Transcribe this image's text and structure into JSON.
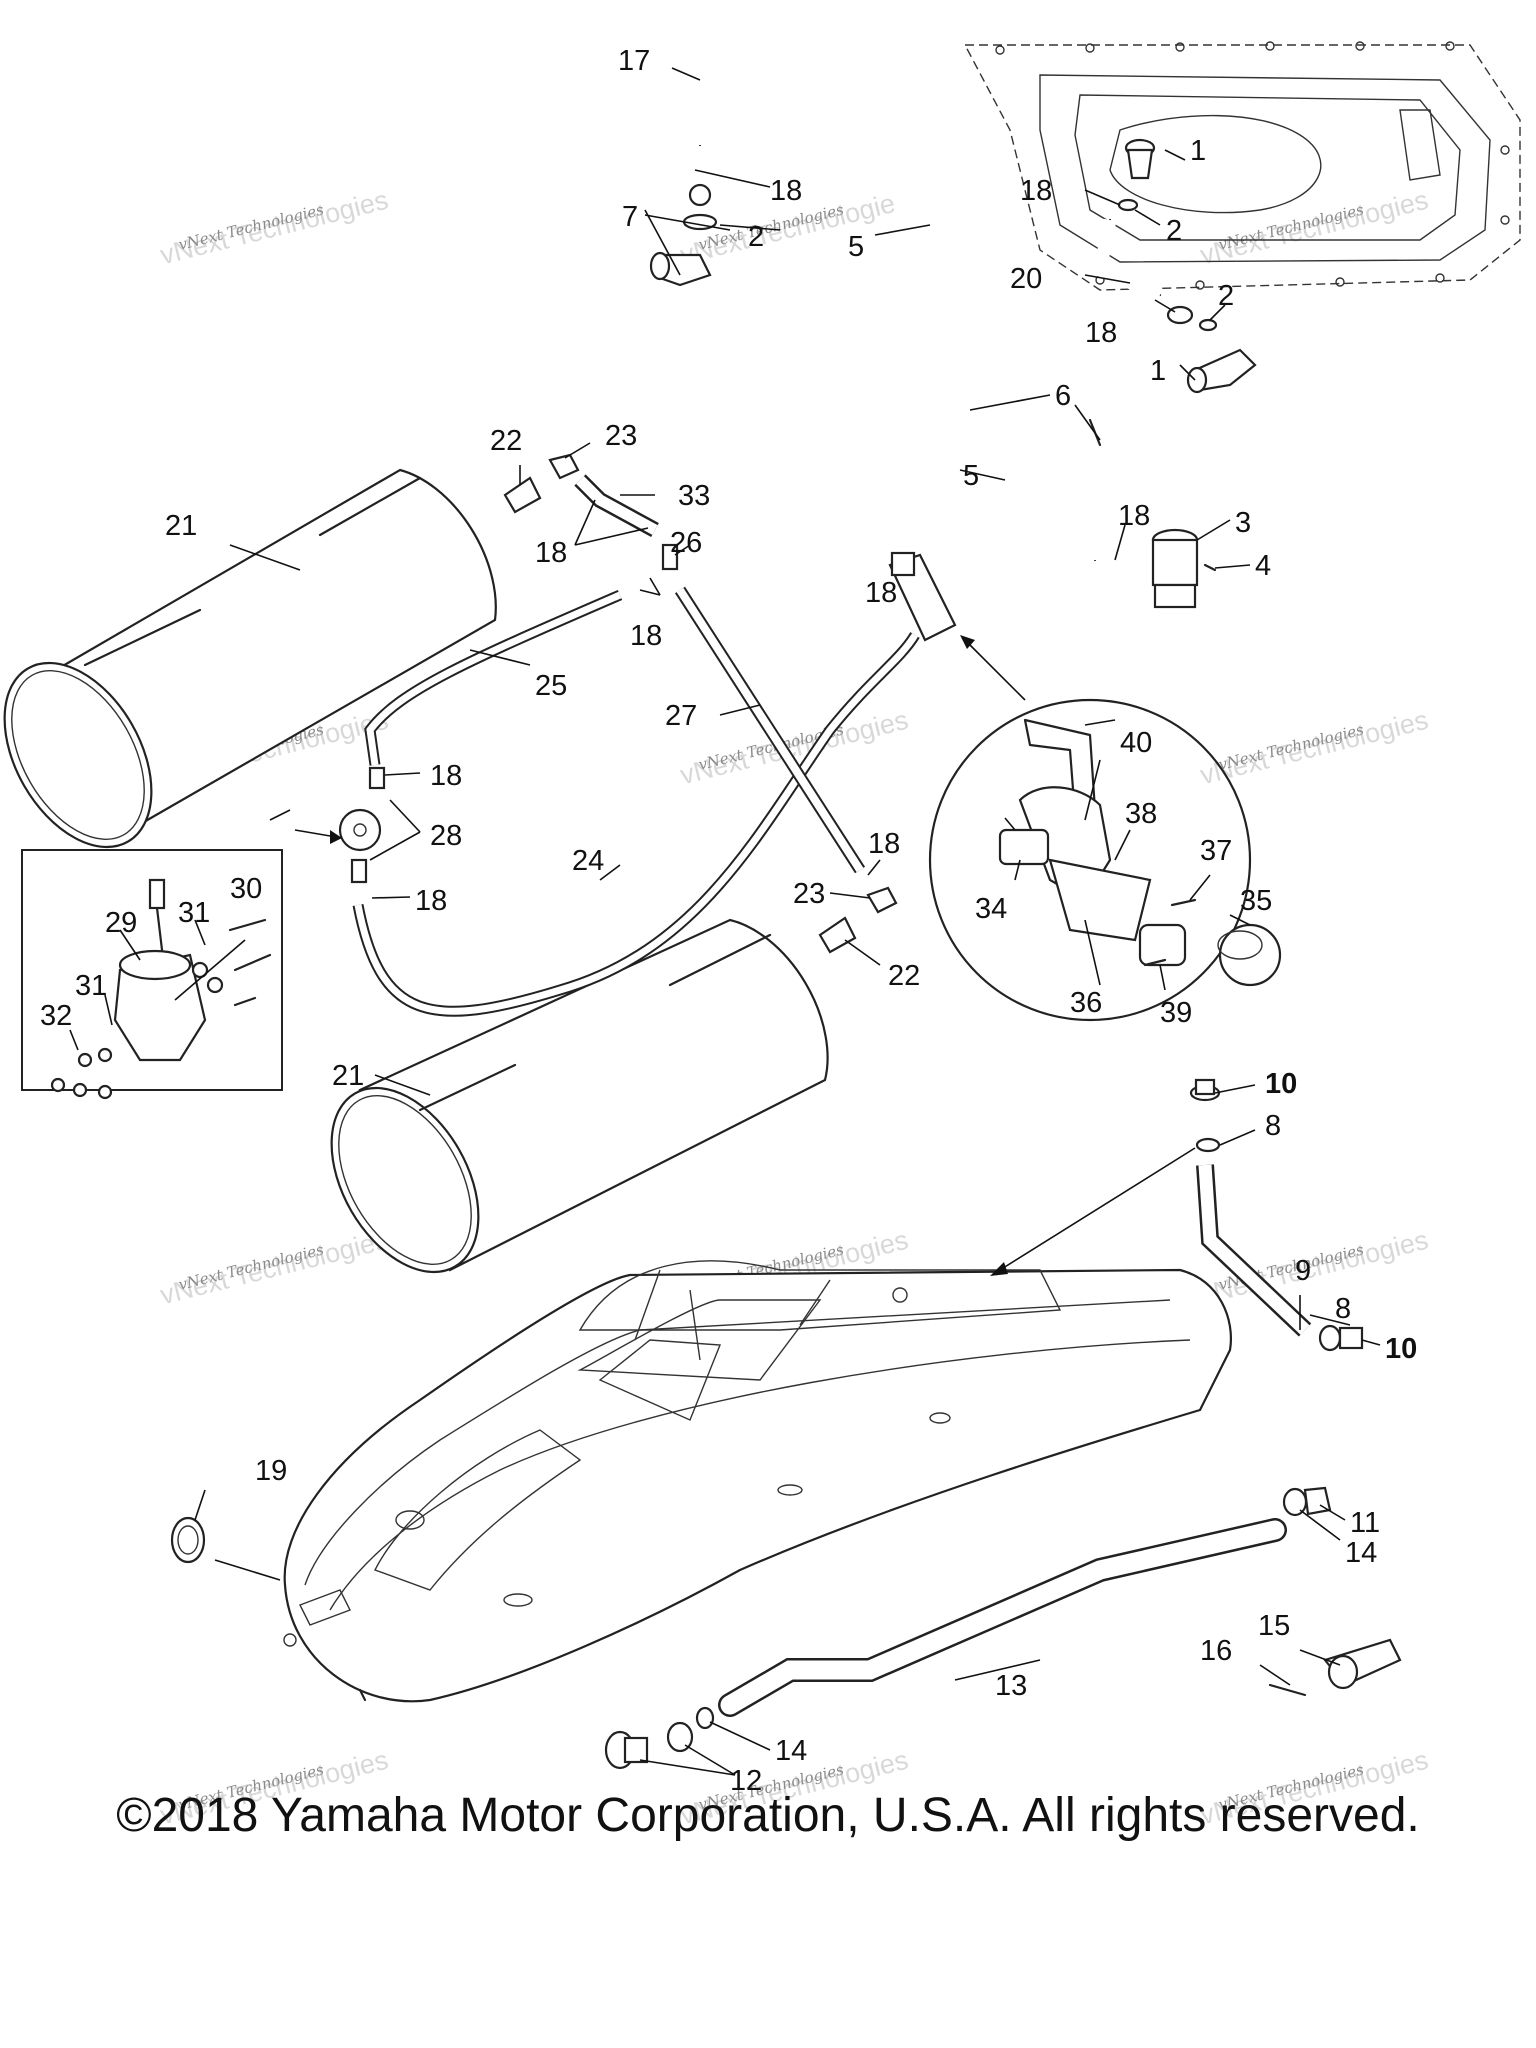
{
  "copyright": "©2018 Yamaha Motor Corporation, U.S.A. All rights reserved.",
  "watermark": {
    "line1": "vNext Technologies",
    "line2": "vNext Technologies"
  },
  "callouts": [
    "1",
    "2",
    "3",
    "4",
    "5",
    "6",
    "7",
    "8",
    "9",
    "10",
    "11",
    "12",
    "13",
    "14",
    "15",
    "16",
    "17",
    "18",
    "19",
    "20",
    "21",
    "22",
    "23",
    "24",
    "25",
    "26",
    "27",
    "28",
    "29",
    "30",
    "31",
    "32",
    "33",
    "34",
    "35",
    "36",
    "37",
    "38",
    "39",
    "40"
  ]
}
